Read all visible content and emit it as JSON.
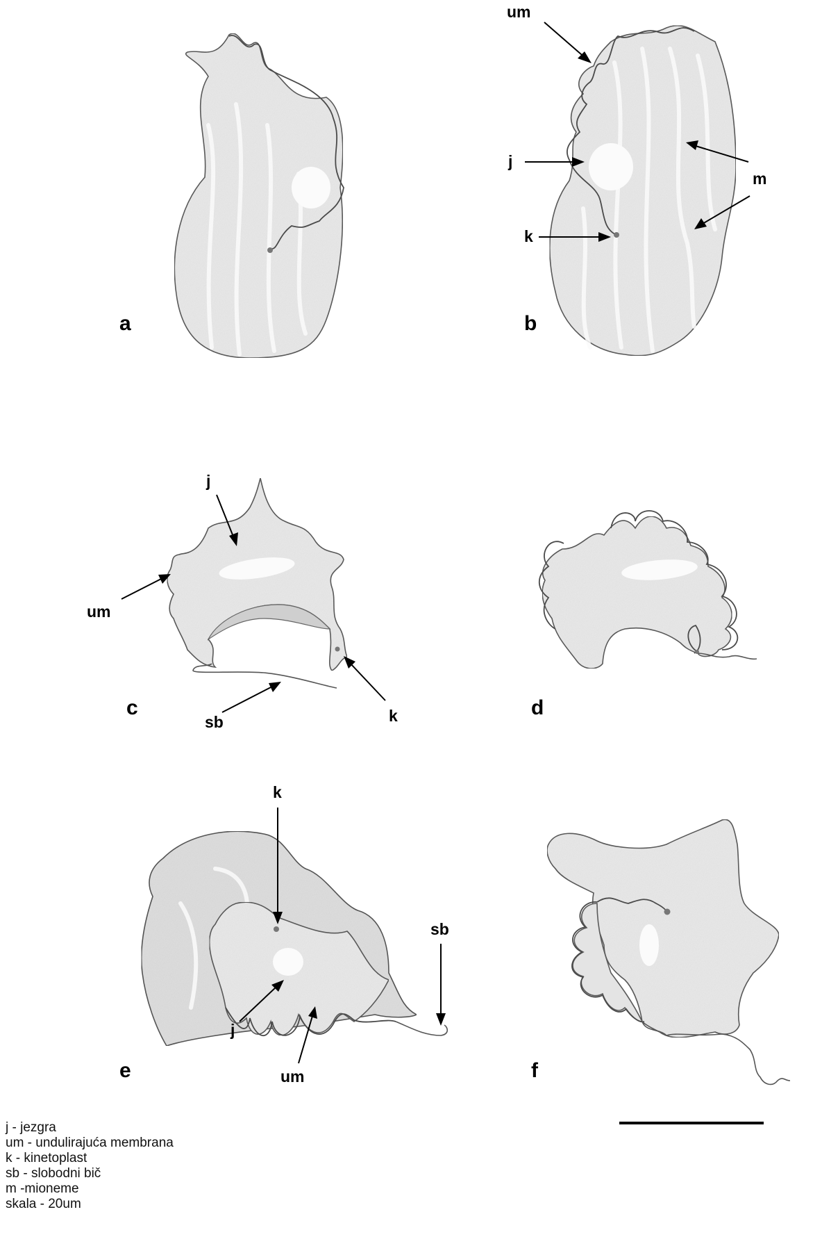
{
  "panels": [
    "a",
    "b",
    "c",
    "d",
    "e",
    "f"
  ],
  "annotations": {
    "um": "um",
    "j": "j",
    "k": "k",
    "m": "m",
    "sb": "sb"
  },
  "legend": [
    "j - jezgra",
    "um - undulirajuća membrana",
    "k - kinetoplast",
    "sb - slobodni bič",
    "m -mioneme",
    "skala - 20um"
  ],
  "scale": {
    "length_um": 20
  }
}
